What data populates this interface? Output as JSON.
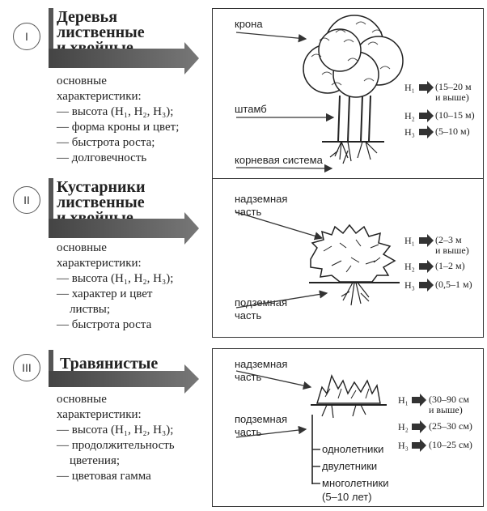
{
  "sections": [
    {
      "roman": "I",
      "title_lines": [
        "Деревья",
        "лиственные",
        "и хвойные"
      ],
      "characteristics": [
        "основные",
        "характеристики:",
        "— высота (H₁, H₂, H₃);",
        "— форма кроны и цвет;",
        "— быстрота роста;",
        "— долговечность"
      ],
      "panel_labels": [
        "крона",
        "штамб",
        "корневая система"
      ],
      "heights": [
        {
          "h": "H₁",
          "v": [
            "(15–20 м",
            "и выше)"
          ]
        },
        {
          "h": "H₂",
          "v": [
            "(10–15 м)"
          ]
        },
        {
          "h": "H₃",
          "v": [
            "(5–10 м)"
          ]
        }
      ]
    },
    {
      "roman": "II",
      "title_lines": [
        "Кустарники",
        "лиственные",
        "и хвойные"
      ],
      "characteristics": [
        "основные",
        "характеристики:",
        "— высота (H₁, H₂, H₃);",
        "— характер и цвет",
        "листвы;",
        "— быстрота роста"
      ],
      "panel_labels": [
        "надземная",
        "часть",
        "подземная",
        "часть"
      ],
      "heights": [
        {
          "h": "H₁",
          "v": [
            "(2–3 м",
            "и выше)"
          ]
        },
        {
          "h": "H₂",
          "v": [
            "(1–2 м)"
          ]
        },
        {
          "h": "H₃",
          "v": [
            "(0,5–1 м)"
          ]
        }
      ]
    },
    {
      "roman": "III",
      "title_lines": [
        "Травянистые"
      ],
      "characteristics": [
        "основные",
        "характеристики:",
        "— высота (H₁, H₂, H₃);",
        "— продолжительность",
        "цветения;",
        "— цветовая гамма"
      ],
      "panel_labels": [
        "надземная",
        "часть",
        "подземная",
        "часть"
      ],
      "types": [
        "однолетники",
        "двулетники",
        "многолетники",
        "(5–10 лет)"
      ],
      "heights": [
        {
          "h": "H₁",
          "v": [
            "(30–90 см",
            "и выше)"
          ]
        },
        {
          "h": "H₂",
          "v": [
            "(25–30 см)"
          ]
        },
        {
          "h": "H₃",
          "v": [
            "(10–25 см)"
          ]
        }
      ]
    }
  ]
}
